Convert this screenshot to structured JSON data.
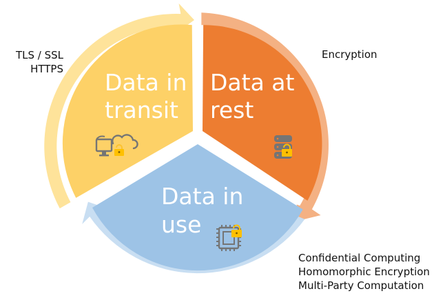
{
  "colors": {
    "transit": "#fdd167",
    "transit_arrow": "#fee39a",
    "rest": "#ed7d31",
    "rest_arrow": "#f4b183",
    "use": "#9dc3e6",
    "use_arrow": "#c8def2",
    "icon": "#757575",
    "lock": "#ffc000"
  },
  "segments": {
    "transit": {
      "line1": "Data in",
      "line2": "transit",
      "icon": "computer-cloud-lock-icon"
    },
    "rest": {
      "line1": "Data at",
      "line2": "rest",
      "icon": "database-lock-icon"
    },
    "use": {
      "line1": "Data in",
      "line2": "use",
      "icon": "chip-lock-icon"
    }
  },
  "annotations": {
    "transit": [
      "TLS / SSL",
      "HTTPS"
    ],
    "rest": [
      "Encryption"
    ],
    "use": [
      "Confidential Computing",
      "Homomorphic Encryption",
      "Multi-Party Computation"
    ]
  }
}
